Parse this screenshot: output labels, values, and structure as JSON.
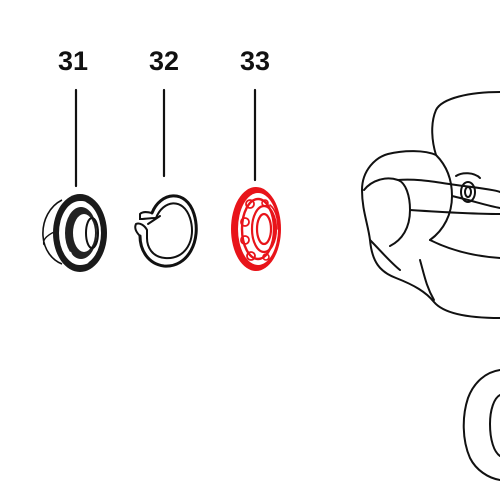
{
  "diagram": {
    "colors": {
      "ink": "#111111",
      "highlight": "#e8141a",
      "background": "#ffffff"
    },
    "parts": [
      {
        "label": "31",
        "name": "oil-seal",
        "highlighted": false
      },
      {
        "label": "32",
        "name": "retaining-ring",
        "highlighted": false
      },
      {
        "label": "33",
        "name": "ball-bearing",
        "highlighted": true
      }
    ]
  }
}
